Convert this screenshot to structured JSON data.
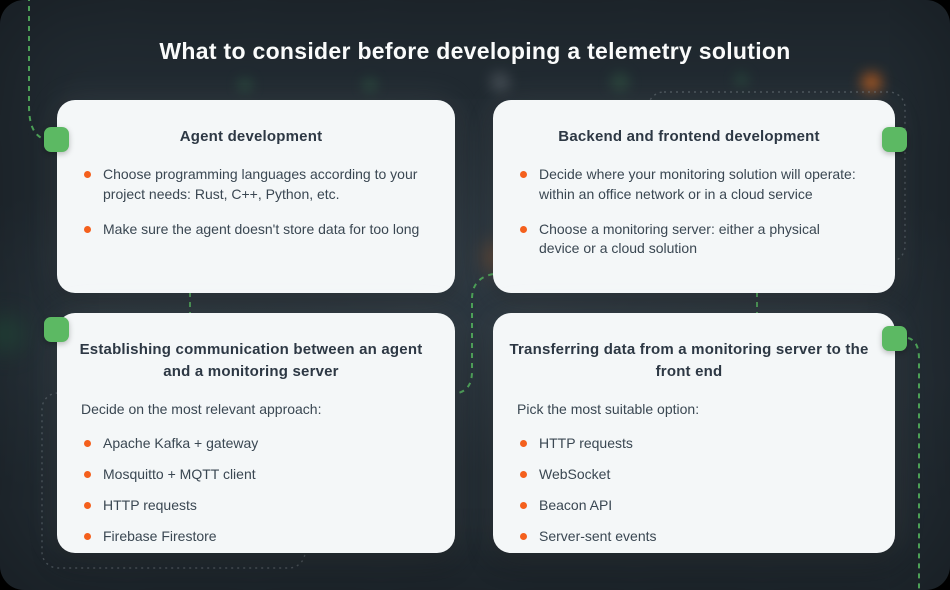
{
  "title": "What to consider before developing a telemetry solution",
  "cards": [
    {
      "heading": "Agent development",
      "bullets": [
        "Choose programming languages according to your project needs: Rust, C++, Python, etc.",
        "Make sure the agent doesn't store data for too long"
      ]
    },
    {
      "heading": "Backend and frontend development",
      "bullets": [
        "Decide where your monitoring solution will operate: within an office network or in a cloud service",
        "Choose a monitoring server: either a physical device or a cloud solution"
      ]
    },
    {
      "heading": "Establishing communication between an agent and a monitoring server",
      "intro": "Decide on the most relevant approach:",
      "bullets": [
        "Apache Kafka + gateway",
        "Mosquitto + MQTT client",
        "HTTP requests",
        "Firebase Firestore"
      ]
    },
    {
      "heading": "Transferring data from a monitoring server to the front end",
      "intro": "Pick the most suitable option:",
      "bullets": [
        "HTTP requests",
        "WebSocket",
        "Beacon API",
        "Server-sent events"
      ]
    }
  ],
  "colors": {
    "background": "#212a31",
    "card_background": "#f4f7f8",
    "accent_green": "#5cb963",
    "bullet_orange": "#f4601d",
    "dash_green": "#4fa85a",
    "dash_gray": "#6b747b",
    "title_text": "#fafbfb",
    "heading_text": "#2d3844",
    "body_text": "#3a4752"
  }
}
